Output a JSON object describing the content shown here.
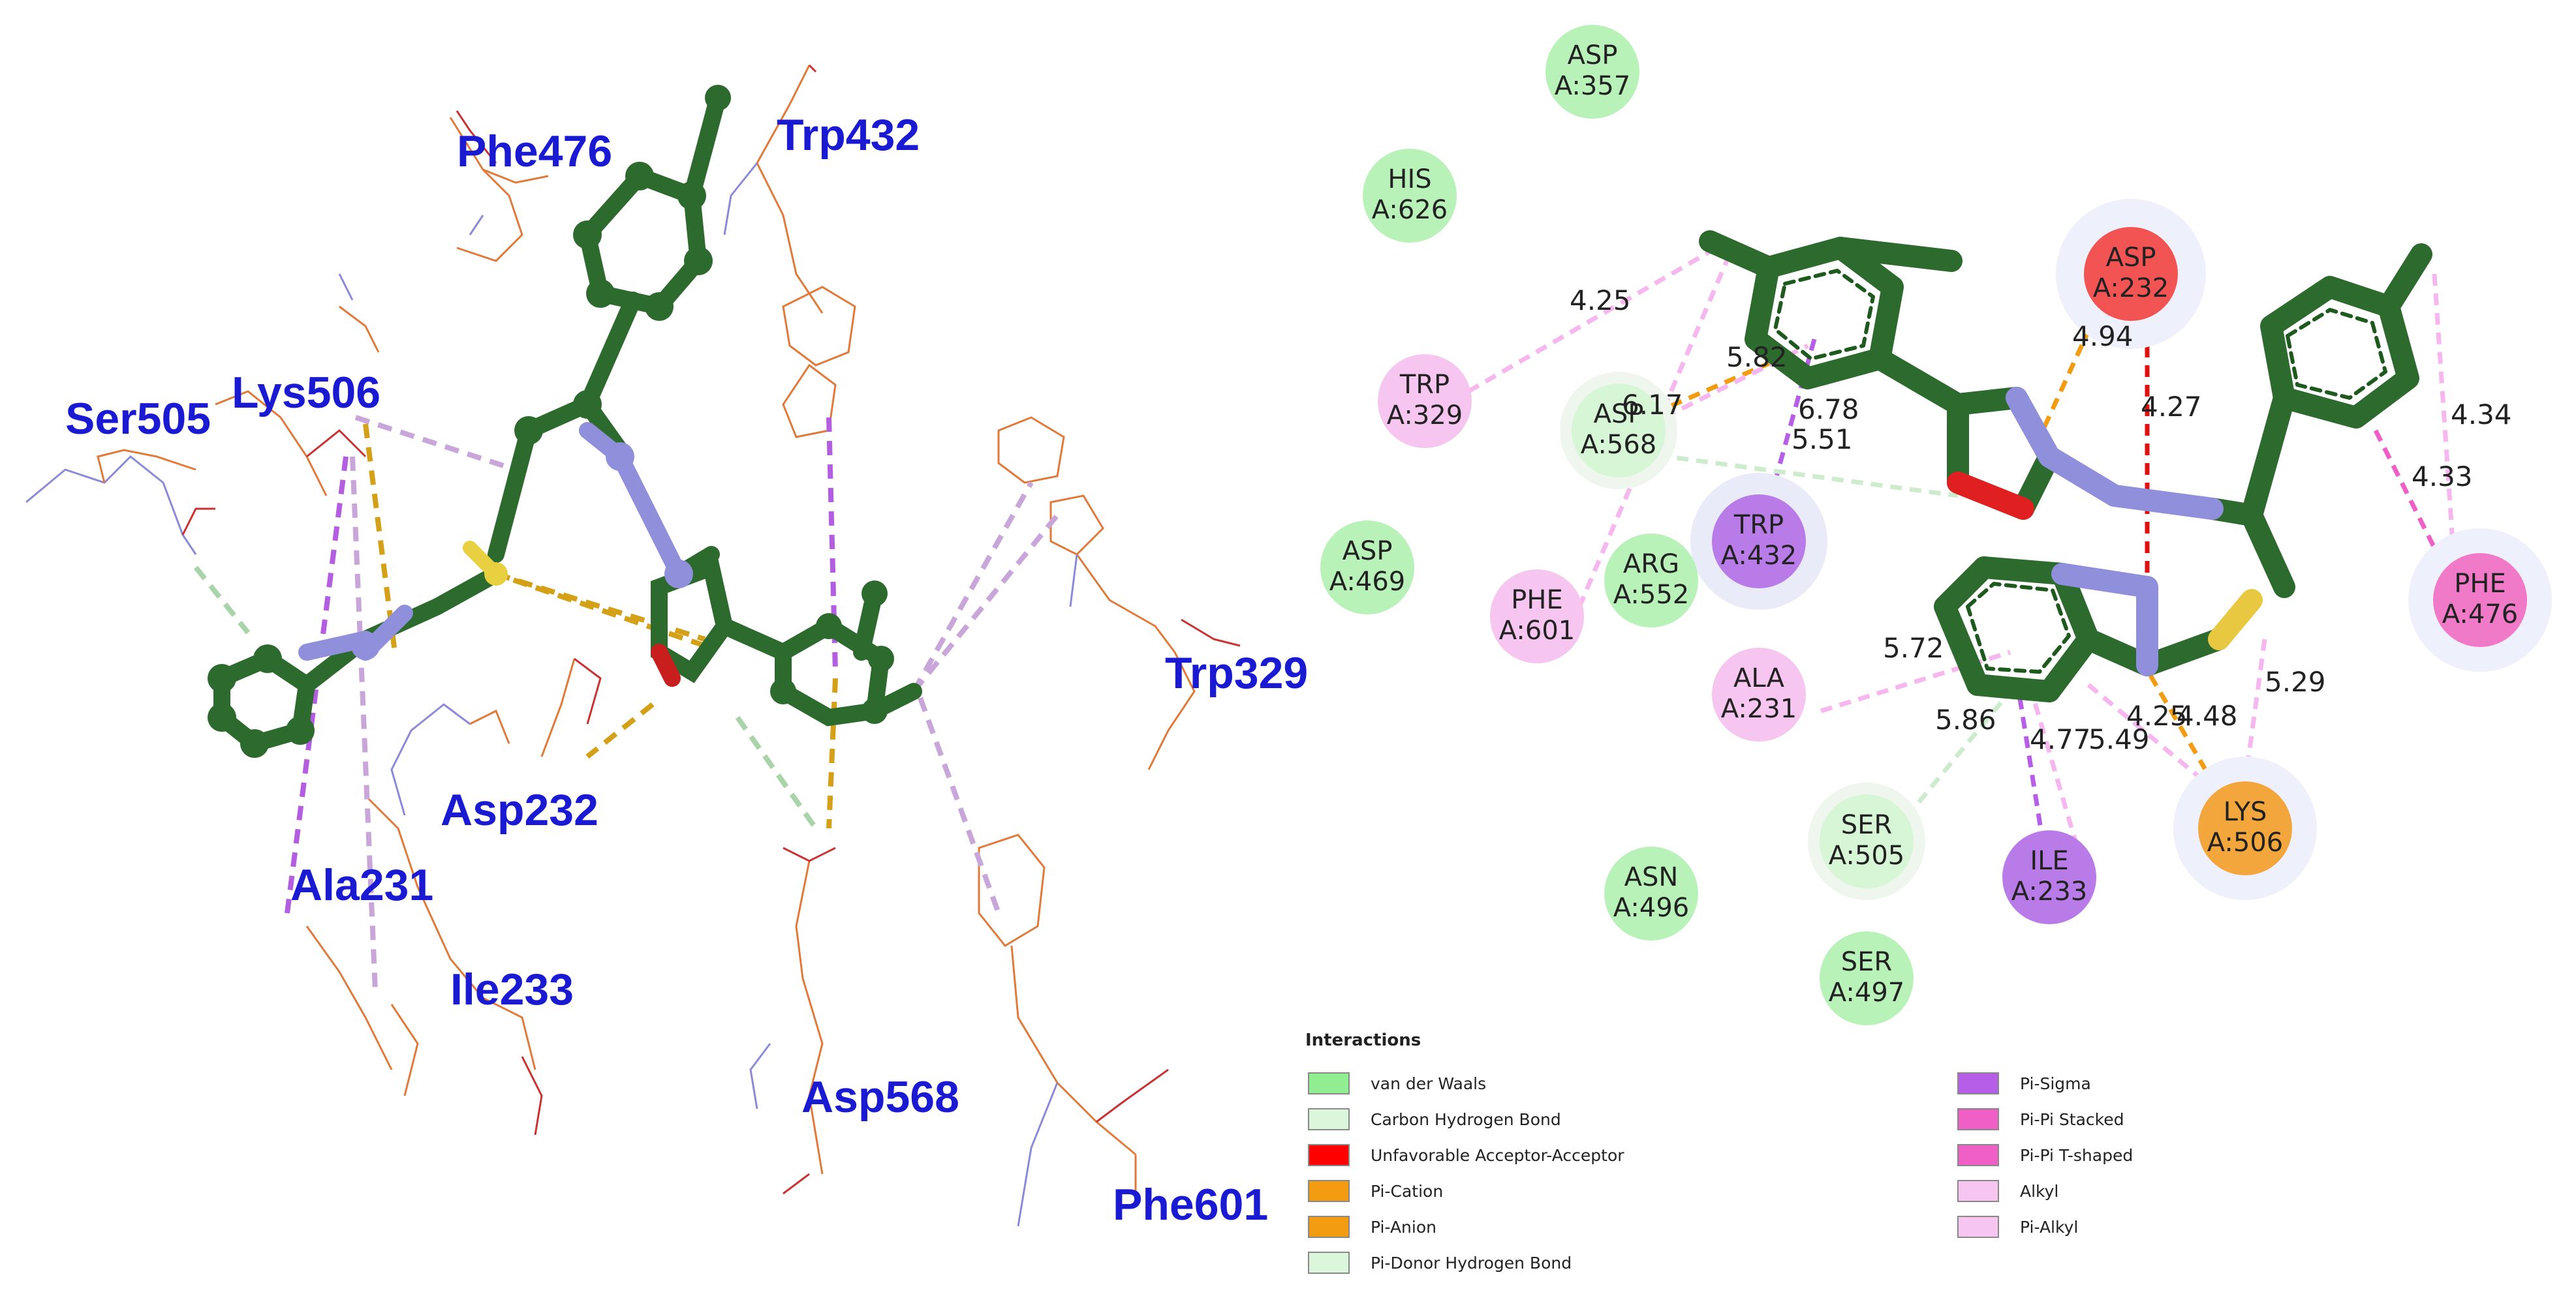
{
  "left_panel": {
    "residues": [
      {
        "id": "phe476",
        "label": "Phe476"
      },
      {
        "id": "trp432",
        "label": "Trp432"
      },
      {
        "id": "ser505",
        "label": "Ser505"
      },
      {
        "id": "lys506",
        "label": "Lys506"
      },
      {
        "id": "trp329",
        "label": "Trp329"
      },
      {
        "id": "asp232",
        "label": "Asp232"
      },
      {
        "id": "ala231",
        "label": "Ala231"
      },
      {
        "id": "ile233",
        "label": "Ile233"
      },
      {
        "id": "asp568",
        "label": "Asp568"
      },
      {
        "id": "phe601",
        "label": "Phe601"
      }
    ]
  },
  "right_panel": {
    "residues": [
      {
        "id": "asp357",
        "name": "ASP",
        "chain": "A:357",
        "color": "#b9f2b9"
      },
      {
        "id": "his626",
        "name": "HIS",
        "chain": "A:626",
        "color": "#b9f2b9"
      },
      {
        "id": "trp329",
        "name": "TRP",
        "chain": "A:329",
        "color": "#f6c6f0"
      },
      {
        "id": "asp568",
        "name": "ASP",
        "chain": "A:568",
        "color": "#d6f6d6"
      },
      {
        "id": "asp469",
        "name": "ASP",
        "chain": "A:469",
        "color": "#b9f2b9"
      },
      {
        "id": "trp432",
        "name": "TRP",
        "chain": "A:432",
        "color": "#b87be8"
      },
      {
        "id": "arg552",
        "name": "ARG",
        "chain": "A:552",
        "color": "#b9f2b9"
      },
      {
        "id": "phe601",
        "name": "PHE",
        "chain": "A:601",
        "color": "#f6c6f0"
      },
      {
        "id": "asp232",
        "name": "ASP",
        "chain": "A:232",
        "color": "#f25454"
      },
      {
        "id": "ala231",
        "name": "ALA",
        "chain": "A:231",
        "color": "#f6c6f0"
      },
      {
        "id": "ser505",
        "name": "SER",
        "chain": "A:505",
        "color": "#d6f6d6"
      },
      {
        "id": "asn496",
        "name": "ASN",
        "chain": "A:496",
        "color": "#b9f2b9"
      },
      {
        "id": "ser497",
        "name": "SER",
        "chain": "A:497",
        "color": "#b9f2b9"
      },
      {
        "id": "ile233",
        "name": "ILE",
        "chain": "A:233",
        "color": "#b87be8"
      },
      {
        "id": "lys506",
        "name": "LYS",
        "chain": "A:506",
        "color": "#f2a63c"
      },
      {
        "id": "phe476",
        "name": "PHE",
        "chain": "A:476",
        "color": "#f07ac8"
      }
    ],
    "distances": [
      "4.25",
      "5.82",
      "6.17",
      "6.78",
      "5.51",
      "4.94",
      "4.27",
      "4.34",
      "4.33",
      "5.72",
      "5.86",
      "4.77",
      "5.49",
      "4.25",
      "4.48",
      "5.29"
    ]
  },
  "legend": {
    "title": "Interactions",
    "items": [
      {
        "label": "van der Waals",
        "color": "#90ee90"
      },
      {
        "label": "Carbon Hydrogen Bond",
        "color": "#dcf6dc"
      },
      {
        "label": "Unfavorable Acceptor-Acceptor",
        "color": "#ff0000"
      },
      {
        "label": "Pi-Cation",
        "color": "#f39c12"
      },
      {
        "label": "Pi-Anion",
        "color": "#f39c12"
      },
      {
        "label": "Pi-Donor Hydrogen Bond",
        "color": "#dcf6dc"
      },
      {
        "label": "Pi-Sigma",
        "color": "#b75ee8"
      },
      {
        "label": "Pi-Pi Stacked",
        "color": "#f05fc5"
      },
      {
        "label": "Pi-Pi T-shaped",
        "color": "#f05fc5"
      },
      {
        "label": "Alkyl",
        "color": "#f6c6f0"
      },
      {
        "label": "Pi-Alkyl",
        "color": "#f6c6f0"
      }
    ]
  }
}
